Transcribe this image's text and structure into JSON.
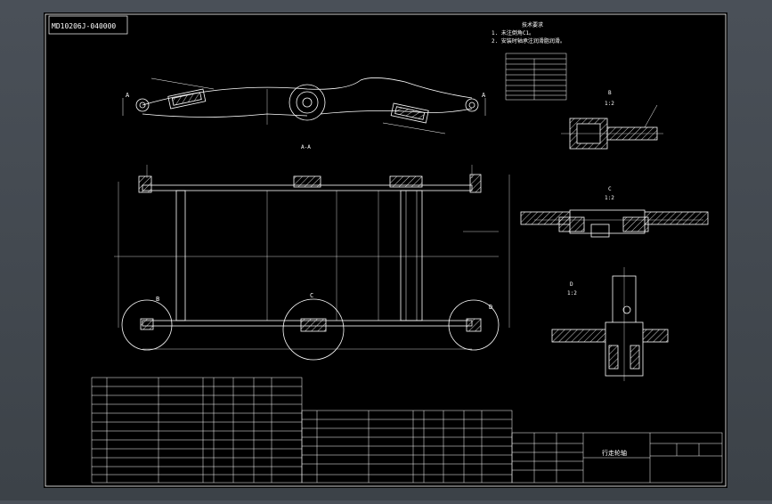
{
  "drawing": {
    "title_code": "MD10206J-040000",
    "notes_heading": "技术要求",
    "notes": [
      "1. 未注倒角C1。",
      "2. 安装时轴承注润滑脂润滑。"
    ],
    "title_block_name": "行走轮轴"
  },
  "views": {
    "label_a": "A",
    "label_b": "B",
    "label_c": "C",
    "label_d": "D",
    "section_aa": "A-A",
    "scale": "1:2"
  },
  "colors": {
    "paper": "#000000",
    "line": "#ffffff",
    "hatch": "#ffffff"
  }
}
